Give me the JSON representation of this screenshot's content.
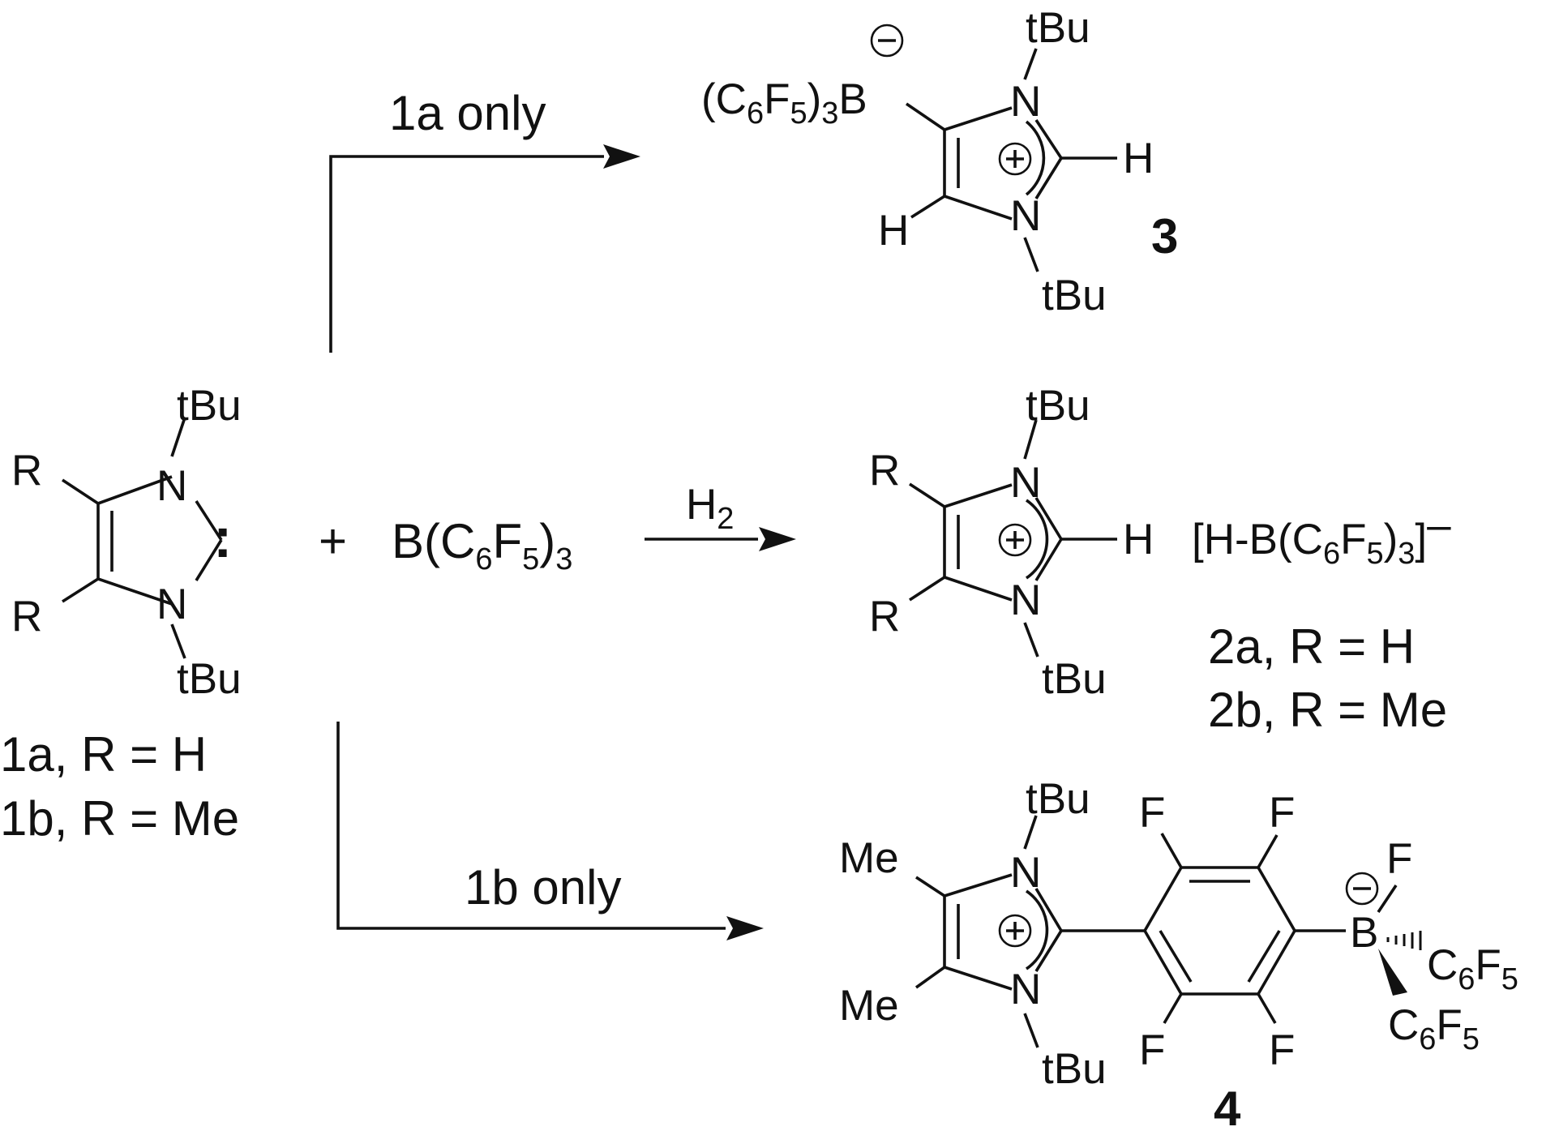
{
  "labels": {
    "tbu": "tBu",
    "t": "t",
    "bu": "Bu",
    "n": "N",
    "h": "H",
    "b": "B",
    "f": "F",
    "r": "R",
    "me": "Me",
    "c": "C",
    "sub3": "3",
    "sub5": "5",
    "sub6": "6",
    "paren_open": "(",
    "paren_close": ")",
    "carbene_dots": ":",
    "plus_sign": "+"
  },
  "reagent": {
    "plus": "+",
    "formula_prefix": "B(C",
    "formula_sub6": "6",
    "formula_f": "F",
    "formula_sub5": "5",
    "formula_close": ")",
    "formula_sub3": "3"
  },
  "arrows": {
    "top_label_bold": "1a",
    "top_label_rest": " only",
    "middle_label_h": "H",
    "middle_label_sub": "2",
    "bottom_label_bold": "1b",
    "bottom_label_rest": " only"
  },
  "compound1": {
    "line1_bold": "1a",
    "line1_rest": ", R = H",
    "line2_bold": "1b",
    "line2_rest": ", R = Me"
  },
  "compound2": {
    "counterion_prefix": "[H-B(C",
    "counterion_sub6": "6",
    "counterion_f": "F",
    "counterion_sub5": "5",
    "counterion_close": ")",
    "counterion_sub3": "3",
    "counterion_bracket": "]",
    "counterion_charge": "–",
    "line1_bold": "2a",
    "line1_rest": ", R = H",
    "line2_bold": "2b",
    "line2_rest": ", R = Me"
  },
  "compound3": {
    "number": "3",
    "borate_prefix": "(C",
    "borate_sub6": "6",
    "borate_f": "F",
    "borate_sub5": "5",
    "borate_close": ")",
    "borate_sub3": "3",
    "borate_b": "B"
  },
  "compound4": {
    "number": "4",
    "c6f5_c": "C",
    "c6f5_sub6": "6",
    "c6f5_f": "F",
    "c6f5_sub5": "5"
  }
}
